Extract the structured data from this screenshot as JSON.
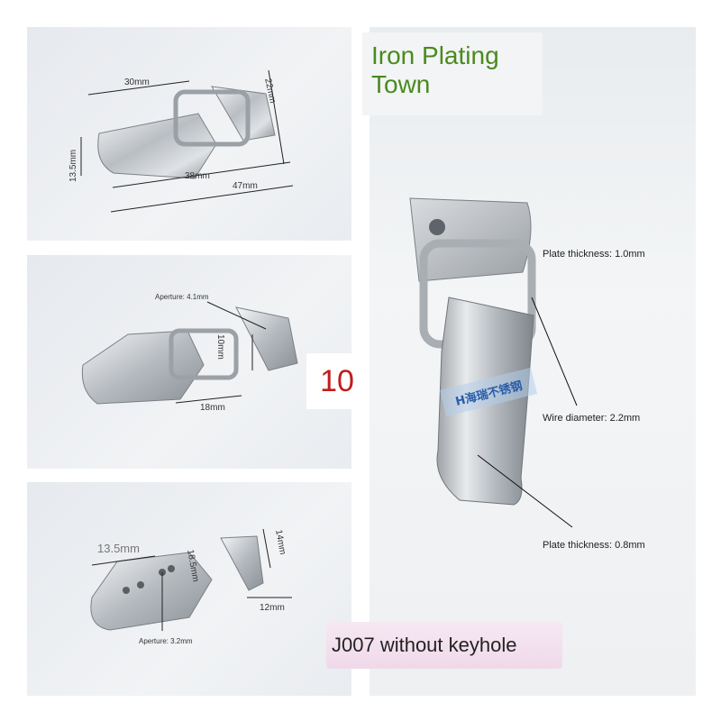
{
  "brand": {
    "line1": "Iron Plating",
    "line2": "Town"
  },
  "quantity_label": "10",
  "variant_label": "J007 without keyhole",
  "watermark": "H海瑞不锈钢",
  "panel1": {
    "dims": [
      "30mm",
      "22mm",
      "13.5mm",
      "38mm",
      "47mm"
    ]
  },
  "panel2": {
    "aperture": "Aperture: 4.1mm",
    "height": "10mm",
    "width": "18mm"
  },
  "panel3": {
    "d1": "13.5mm",
    "d2": "18.5mm",
    "d3": "14mm",
    "d4": "12mm",
    "aperture": "Aperture: 3.2mm"
  },
  "panel4": {
    "plate_top": "Plate thickness: 1.0mm",
    "wire": "Wire diameter: 2.2mm",
    "plate_bottom": "Plate thickness: 0.8mm"
  },
  "colors": {
    "brand_green": "#4a8a1d",
    "quantity_red": "#c21b1b",
    "variant_bg": "#f0d9ea"
  }
}
